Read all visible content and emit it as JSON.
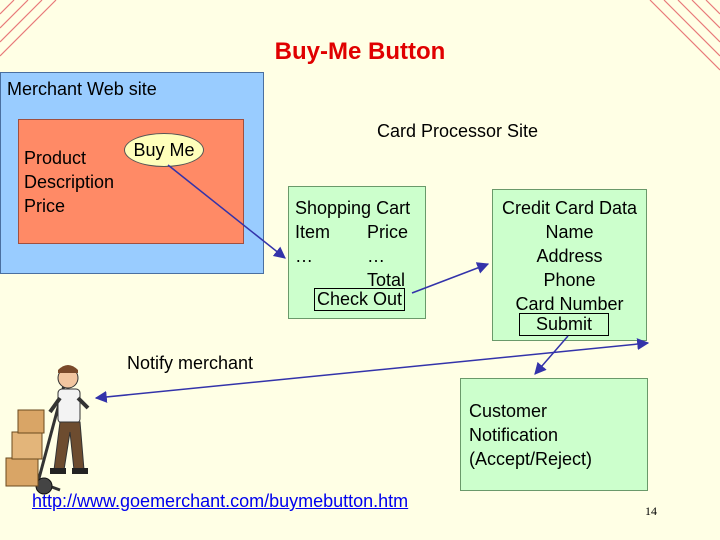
{
  "title": "Buy-Me Button",
  "merchant": {
    "label": "Merchant Web site",
    "product_lines": [
      "Product",
      "Description",
      "Price"
    ],
    "buy_me": "Buy Me"
  },
  "card_processor": {
    "label": "Card Processor Site"
  },
  "shopping_cart": {
    "title": "Shopping Cart",
    "col1": "Item",
    "col2": "Price",
    "ellipsis1": "…",
    "ellipsis2": "…",
    "total": "Total",
    "checkout": "Check Out"
  },
  "credit_card": {
    "lines": [
      "Credit Card Data",
      "Name",
      "Address",
      "Phone",
      "Card Number"
    ],
    "submit": "Submit"
  },
  "customer_notification": {
    "lines": [
      "Customer",
      "Notification",
      "(Accept/Reject)"
    ]
  },
  "notify_label": "Notify merchant",
  "url": "http://www.goemerchant.com/buymebutton.htm",
  "page_number": "14",
  "colors": {
    "title": "#E00000",
    "merchant_bg": "#99CCFF",
    "product_bg": "#FF8A66",
    "box_green": "#CCFFCC",
    "arrow": "#3333AA",
    "link": "#0000EE"
  },
  "icons": [
    "corner-stripes-icon",
    "delivery-man-icon"
  ]
}
